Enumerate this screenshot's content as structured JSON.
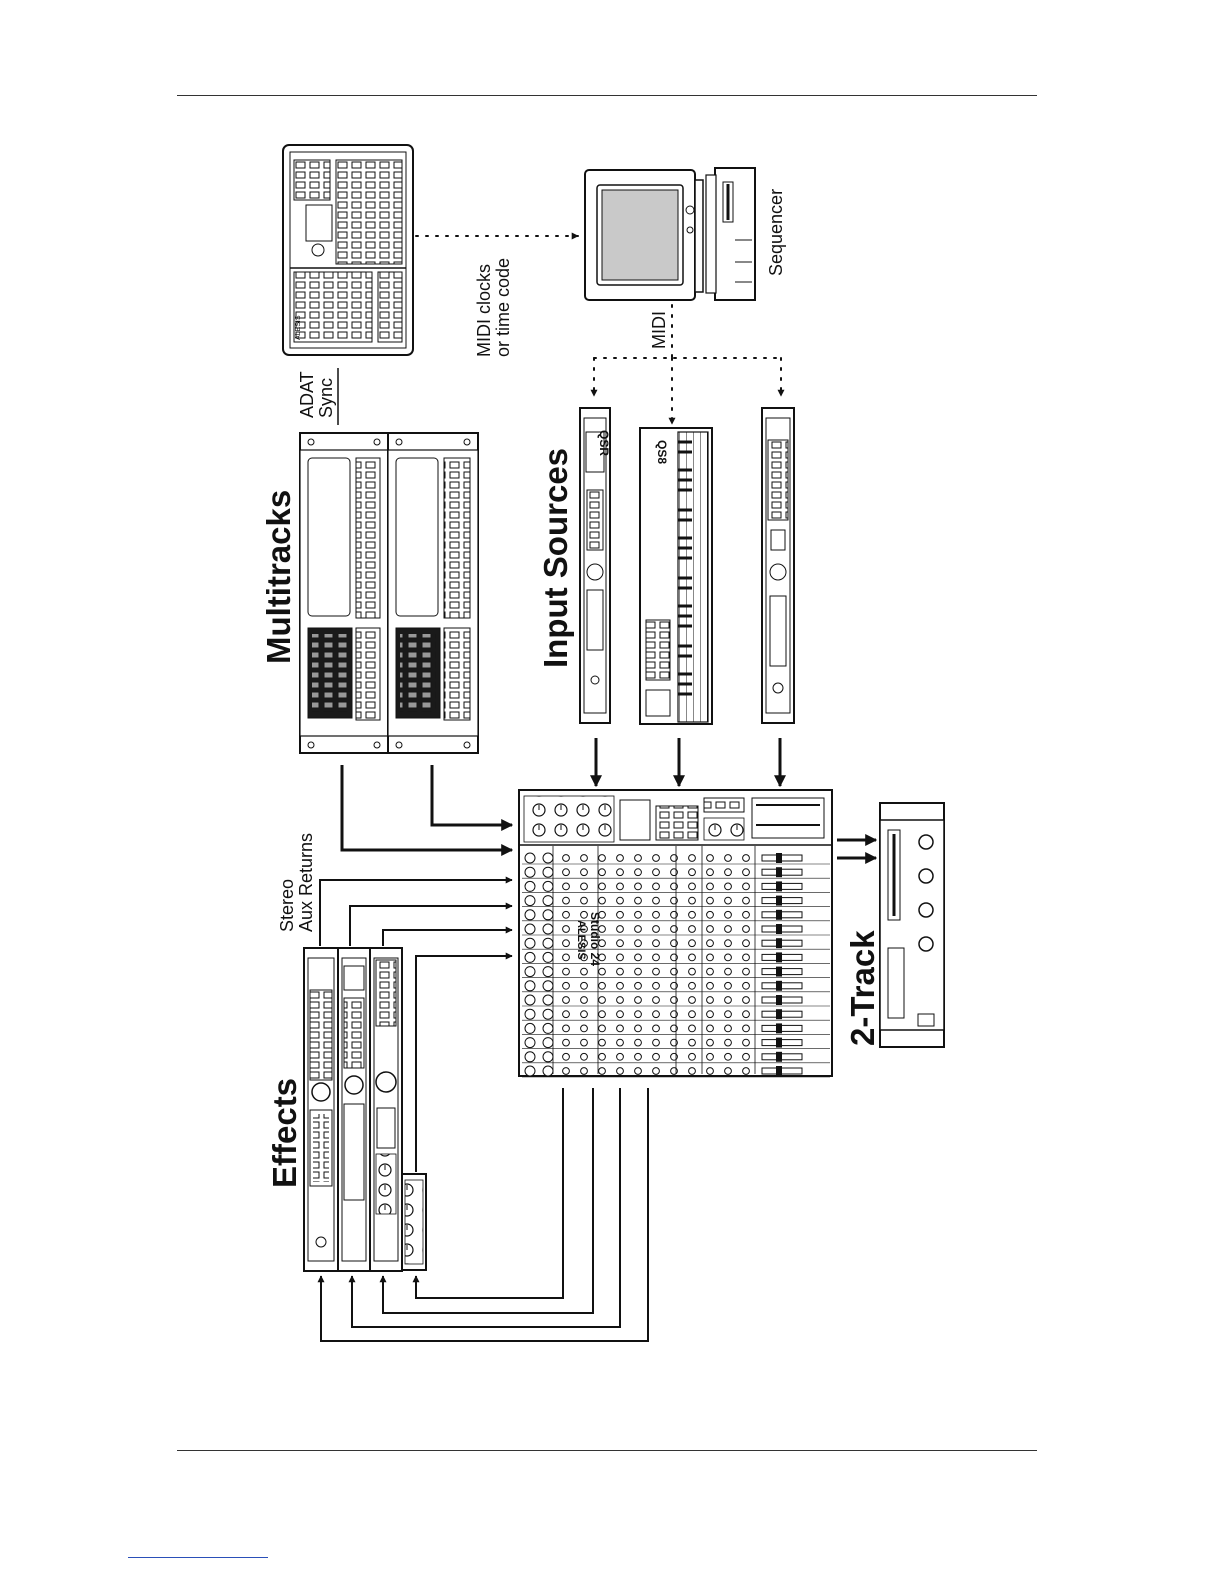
{
  "labels": {
    "multitracks": "Multitracks",
    "input_sources": "Input Sources",
    "effects": "Effects",
    "two_track": "2-Track",
    "stereo_aux_returns": [
      "Stereo",
      "Aux Returns"
    ],
    "adat_sync": [
      "ADAT",
      "Sync"
    ],
    "midi_clocks": [
      "MIDI clocks",
      "or time code"
    ],
    "midi": "MIDI",
    "sequencer": "Sequencer"
  },
  "device_text": {
    "brand": "ALESIS",
    "mixer_model": "Studio 24",
    "synth_module": "QSR",
    "keyboard": "QS8"
  },
  "colors": {
    "line": "#111111",
    "device_fill": "#ffffff",
    "screen_fill": "#c9c9c9",
    "rule": "#333333",
    "link": "#2a4fb8"
  }
}
